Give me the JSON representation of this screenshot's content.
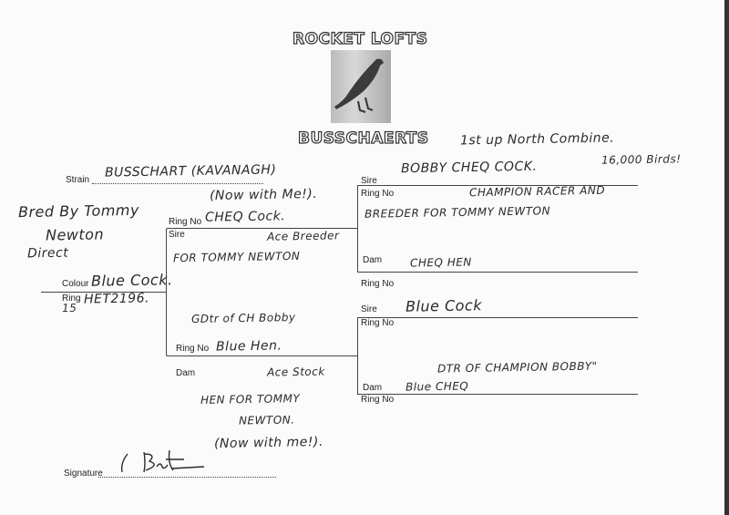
{
  "header": {
    "title": "ROCKET LOFTS",
    "subtitle": "BUSSCHAERTS",
    "note_line1": "1st up North Combine.",
    "note_line2": "16,000 Birds!"
  },
  "bird": {
    "strain_label": "Strain",
    "strain_value": "BUSSCHART (KAVANAGH)",
    "strain_note": "(Now with Me!).",
    "bred_by_1": "Bred By Tommy",
    "bred_by_2": "Newton",
    "bred_by_3": "Direct",
    "colour_label": "Colour",
    "colour_value": "Blue Cock.",
    "ring_label": "Ring",
    "ring_year": "15",
    "ring_value": "HET2196."
  },
  "sire": {
    "ring_label": "Ring No",
    "ring_value": "CHEQ Cock.",
    "label": "Sire",
    "note1": "Ace Breeder",
    "note2": "FOR TOMMY NEWTON"
  },
  "dam": {
    "note_top": "GDtr of CH Bobby",
    "ring_label": "Ring No",
    "ring_value": "Blue Hen.",
    "label": "Dam",
    "note1": "Ace Stock",
    "note2": "HEN FOR TOMMY",
    "note3": "NEWTON.",
    "note4": "(Now with me!)."
  },
  "sire_sire": {
    "label": "Sire",
    "value": "BOBBY CHEQ COCK.",
    "ring_label": "Ring No",
    "note1": "CHAMPION RACER AND",
    "note2": "BREEDER FOR TOMMY NEWTON"
  },
  "sire_dam": {
    "label": "Dam",
    "value": "CHEQ HEN",
    "ring_label": "Ring No"
  },
  "dam_sire": {
    "label": "Sire",
    "value": "Blue Cock",
    "ring_label": "Ring No"
  },
  "dam_dam": {
    "label": "Dam",
    "value": "Blue CHEQ",
    "ring_label": "Ring No",
    "note": "DTR OF CHAMPION BOBBY\""
  },
  "signature": {
    "label": "Signature"
  }
}
